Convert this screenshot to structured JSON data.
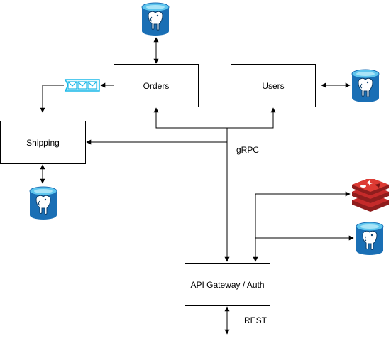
{
  "diagram": {
    "nodes": {
      "orders": "Orders",
      "users": "Users",
      "shipping": "Shipping",
      "gateway": "API Gateway / Auth"
    },
    "edge_labels": {
      "grpc": "gRPC",
      "rest": "REST"
    },
    "icons": {
      "orders_db": "postgresql-database-icon",
      "users_db": "postgresql-database-icon",
      "shipping_db": "postgresql-database-icon",
      "gateway_db": "postgresql-database-icon",
      "gateway_cache": "redis-icon",
      "message_queue": "message-queue-icon"
    },
    "colors": {
      "postgres": "#1a6fb5",
      "postgres_top": "#5fc6ee",
      "redis": "#c52a2a",
      "queue": "#1ab8e8"
    }
  }
}
